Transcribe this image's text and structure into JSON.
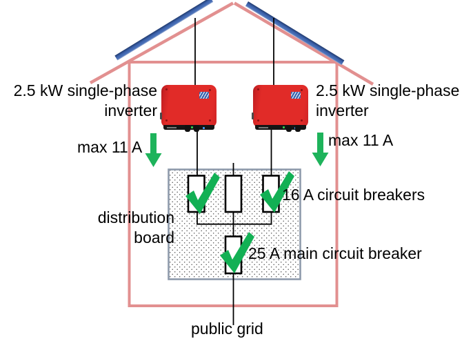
{
  "diagram": {
    "labels": {
      "left_inverter": {
        "line1": "2.5 kW single-phase",
        "line2": "inverter"
      },
      "right_inverter": {
        "line1": "2.5 kW single-phase",
        "line2": "inverter"
      },
      "left_max_current": "max 11 A",
      "right_max_current": "max 11 A",
      "distribution_board": {
        "line1": "distribution",
        "line2": "board"
      },
      "branch_breakers": "16 A circuit breakers",
      "main_breaker": "25 A main circuit breaker",
      "public_grid": "public grid"
    },
    "colors": {
      "house_outline_pink": "#E29090",
      "solar_panel_blue": "#3E64AE",
      "inverter_red": "#E12B28",
      "sma_logo_blue": "#3E68B0",
      "check_green": "#12B054",
      "arrow_green": "#1EB35B",
      "board_border_gray": "#8E9AAB",
      "wire_black": "#000000"
    },
    "icons": {
      "check": "green checkmark",
      "arrow": "green down arrow"
    }
  }
}
